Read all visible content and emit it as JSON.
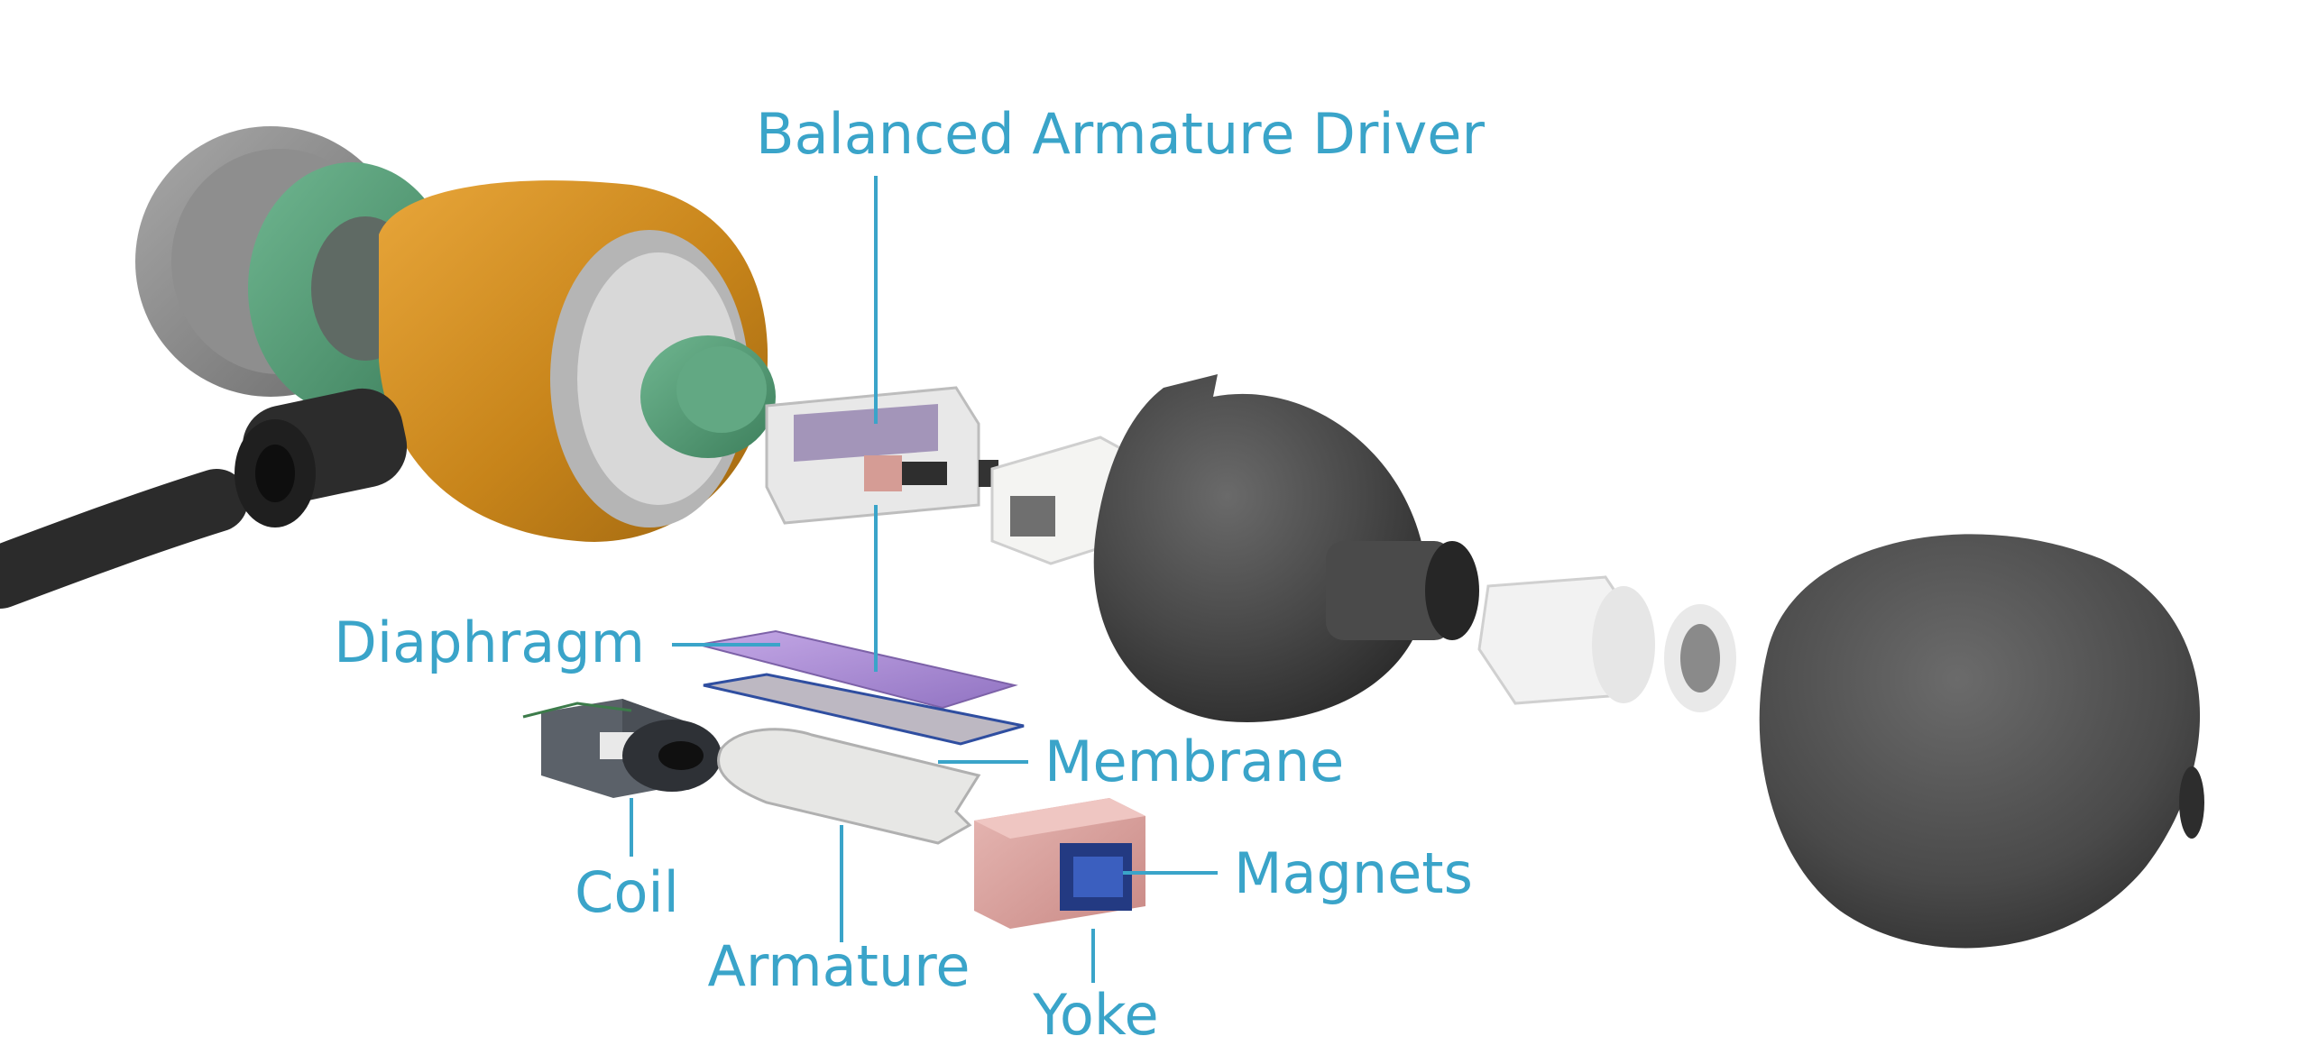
{
  "labels": {
    "balanced_armature_driver": "Balanced Armature Driver",
    "diaphragm": "Diaphragm",
    "membrane": "Membrane",
    "coil": "Coil",
    "armature": "Armature",
    "magnets": "Magnets",
    "yoke": "Yoke"
  },
  "colors": {
    "label": "#3aa4c9",
    "cable": "#2e2e2e",
    "housing_dark": "#4b4b4b",
    "orange_housing": "#d8921e",
    "green_ring": "#4f9a73",
    "diaphragm": "#a98ad0",
    "magnet": "#d9a3a0",
    "coil": "#5a606b",
    "white_part": "#f0f0ee"
  }
}
